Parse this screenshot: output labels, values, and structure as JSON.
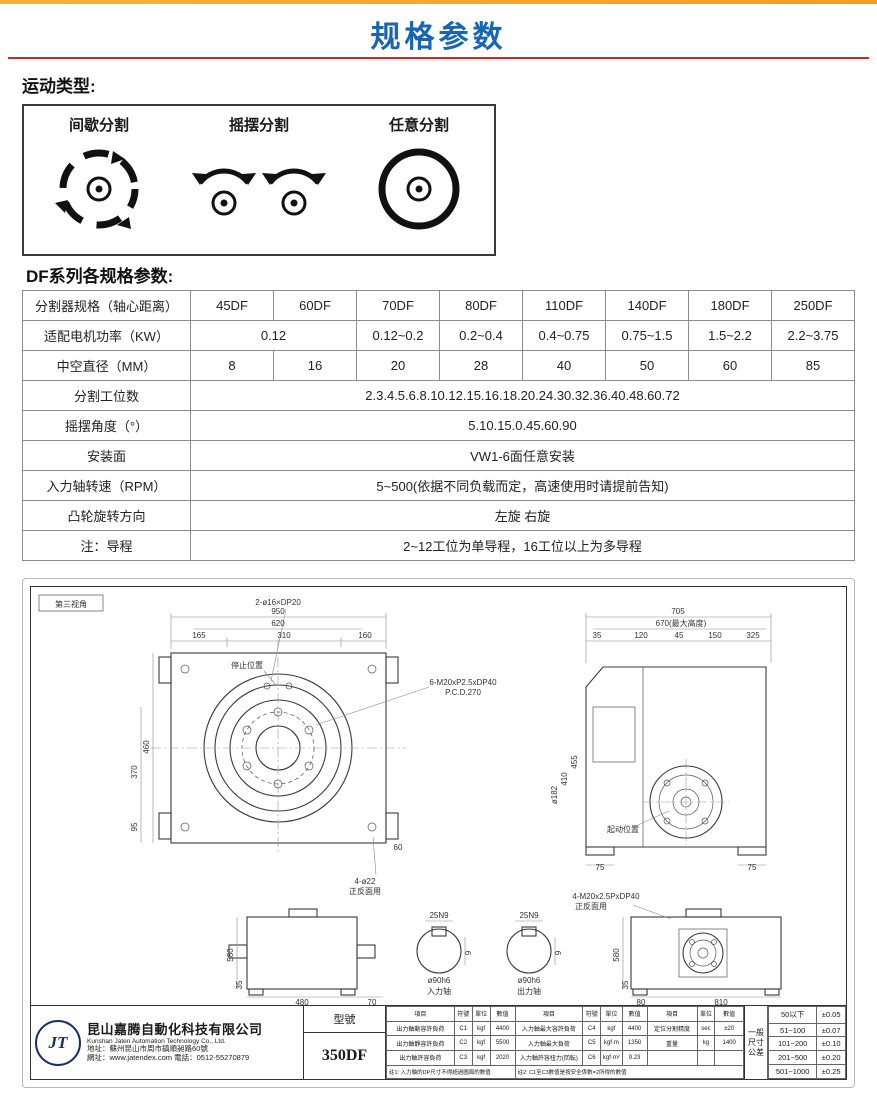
{
  "page": {
    "title": "规格参数",
    "motion_section_label": "运动类型:",
    "table_section_label": "DF系列各规格参数:"
  },
  "motion_types": {
    "items": [
      {
        "label": "间歇分割"
      },
      {
        "label": "摇摆分割"
      },
      {
        "label": "任意分割"
      }
    ]
  },
  "spec_table": {
    "header": [
      "分割器规格（轴心距离）",
      "45DF",
      "60DF",
      "70DF",
      "80DF",
      "110DF",
      "140DF",
      "180DF",
      "250DF"
    ],
    "rows": [
      {
        "label": "适配电机功率（KW）",
        "cells": [
          "0.12",
          "0.12~0.2",
          "0.2~0.4",
          "0.4~0.75",
          "0.75~1.5",
          "1.5~2.2",
          "2.2~3.75"
        ]
      },
      {
        "label": "中空直径（MM）",
        "cells": [
          "8",
          "16",
          "20",
          "28",
          "40",
          "50",
          "60",
          "85"
        ]
      },
      {
        "label": "分割工位数",
        "span": "2.3.4.5.6.8.10.12.15.16.18.20.24.30.32.36.40.48.60.72"
      },
      {
        "label": "摇摆角度（°）",
        "span": "5.10.15.0.45.60.90"
      },
      {
        "label": "安装面",
        "span": "VW1-6面任意安装"
      },
      {
        "label": "入力轴转速（RPM）",
        "span": "5~500(依据不同负载而定，高速使用时请提前告知)"
      },
      {
        "label": "凸轮旋转方向",
        "span": "左旋 右旋"
      },
      {
        "label": "注：导程",
        "span": "2~12工位为单导程，16工位以上为多导程"
      }
    ]
  },
  "drawing": {
    "view_angle_label": "第三视角",
    "dims": [
      "2-ø16×DP20",
      "950",
      "620",
      "165",
      "310",
      "160",
      "停止位置",
      "6-M20xP2.5xDP40",
      "P.C.D.270",
      "460",
      "370",
      "95",
      "60",
      "4-ø22",
      "正反面用",
      "705",
      "670(最大高度)",
      "35",
      "120",
      "45",
      "150",
      "325",
      "455",
      "410",
      "ø182",
      "起动位置",
      "75",
      "75",
      "580",
      "35",
      "480",
      "70",
      "25N9",
      "9",
      "ø90h6",
      "入力轴",
      "25N9",
      "9",
      "ø90h6",
      "出力轴",
      "4-M20x2.5PxDP40",
      "正反面用",
      "580",
      "35",
      "810",
      "80"
    ]
  },
  "title_block": {
    "logo_text": "JT",
    "company_cn": "昆山嘉腾自動化科技有限公司",
    "company_en": "Kunshan Jaten Automation Technology Co., Ltd.",
    "address": "地址：蘇州昆山市周市鎮順昶路60號",
    "web": "網址：www.jatendex.com  電話：0512-55270879",
    "model_label": "型號",
    "model_value": "350DF",
    "params": {
      "headers": [
        "項目",
        "符號",
        "單位",
        "數值",
        "項目",
        "符號",
        "單位",
        "數值",
        "項目",
        "單位",
        "數值"
      ],
      "rows": [
        [
          "出力軸動容許負荷",
          "C1",
          "kgf",
          "4400",
          "入力軸最大容許負荷",
          "C4",
          "kgf",
          "4400",
          "定位分割精度",
          "sec",
          "±20"
        ],
        [
          "出力軸靜容許負荷",
          "C2",
          "kgf",
          "5500",
          "入力軸最大負荷",
          "C5",
          "kgf·m",
          "1350",
          "重量",
          "kg",
          "1400"
        ],
        [
          "出力軸許容負荷",
          "C3",
          "kgf",
          "2020",
          "入力軸許容扭力(回転)",
          "C6",
          "kgf·m²",
          "9.23",
          "",
          "",
          ""
        ]
      ],
      "note1": "註1: 入力軸的DP尺寸不得超過圖面的數值",
      "note2": "註2: C1至C3數值是按安全係數=2所得的數值"
    },
    "tolerance": {
      "label": "一般尺寸公差",
      "rows": [
        [
          "50以下",
          "±0.05"
        ],
        [
          "51~100",
          "±0.07"
        ],
        [
          "101~200",
          "±0.10"
        ],
        [
          "201~500",
          "±0.20"
        ],
        [
          "501~1000",
          "±0.25"
        ]
      ]
    }
  }
}
